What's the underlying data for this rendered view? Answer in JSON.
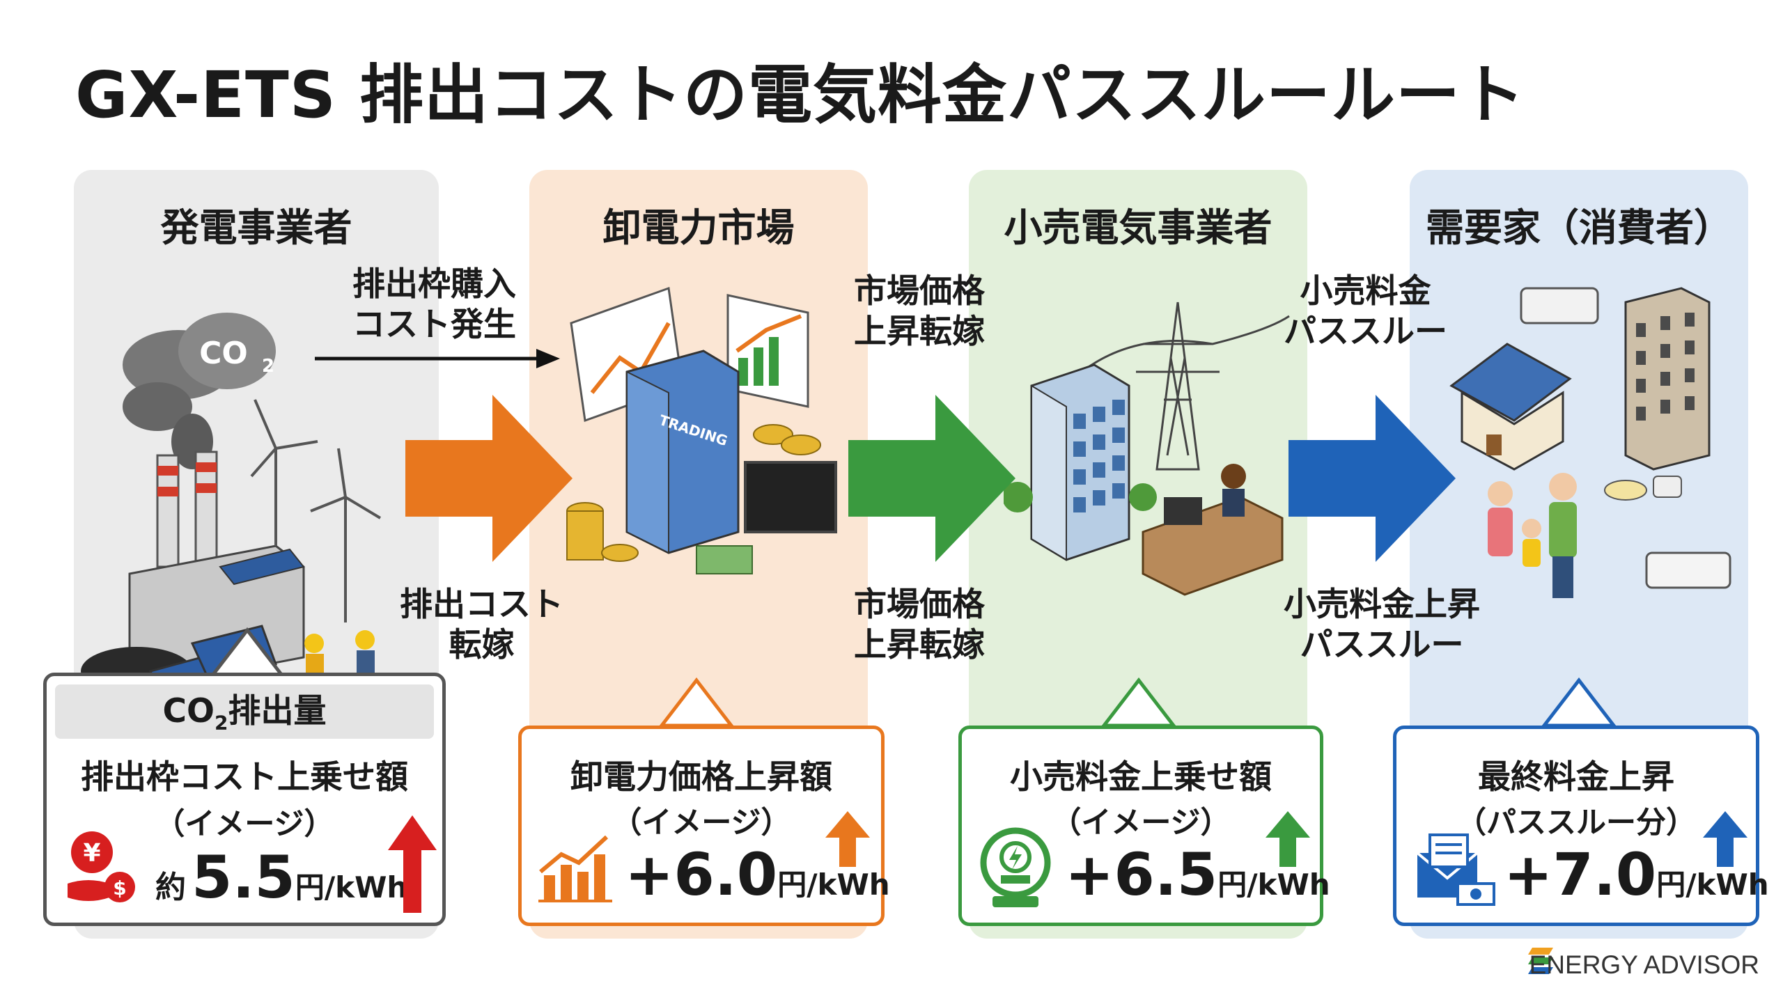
{
  "title": "GX-ETS 排出コストの電気料金パススルールート",
  "columns": [
    {
      "heading": "発電事業者",
      "co2_label": "CO",
      "co2_sub": "2"
    },
    {
      "heading": "卸電力市場",
      "building_label": "TRADING"
    },
    {
      "heading": "小売電気事業者"
    },
    {
      "heading": "需要家（消費者）"
    }
  ],
  "flows": [
    {
      "top": "排出枠購入\nコスト発生",
      "bottom": "排出コスト\n転嫁",
      "color": "#e8771e"
    },
    {
      "top": "市場価格\n上昇転嫁",
      "bottom": "市場価格\n上昇転嫁",
      "color": "#3a9a3f"
    },
    {
      "top": "小売料金\nパススルー",
      "bottom": "小売料金上昇\nパススルー",
      "color": "#1f63b8"
    }
  ],
  "cards": [
    {
      "header": "CO",
      "header_sub": "2",
      "header_rest": "排出量",
      "title": "排出枠コスト上乗せ額",
      "sub": "（イメージ）",
      "prefix": "約",
      "value": "5.5",
      "unit": "円/kWh",
      "color": "#d71f1f",
      "border": "#555555"
    },
    {
      "title": "卸電力価格上昇額",
      "sub": "（イメージ）",
      "value": "+6.0",
      "unit": "円/kWh",
      "color": "#e8771e",
      "border": "#e8771e"
    },
    {
      "title": "小売料金上乗せ額",
      "sub": "（イメージ）",
      "value": "+6.5",
      "unit": "円/kWh",
      "color": "#3a9a3f",
      "border": "#3a9a3f"
    },
    {
      "title": "最終料金上昇",
      "sub": "（パススルー分）",
      "value": "+7.0",
      "unit": "円/kWh",
      "color": "#1f63b8",
      "border": "#1f63b8"
    }
  ],
  "brand": "ENERGY ADVISOR"
}
